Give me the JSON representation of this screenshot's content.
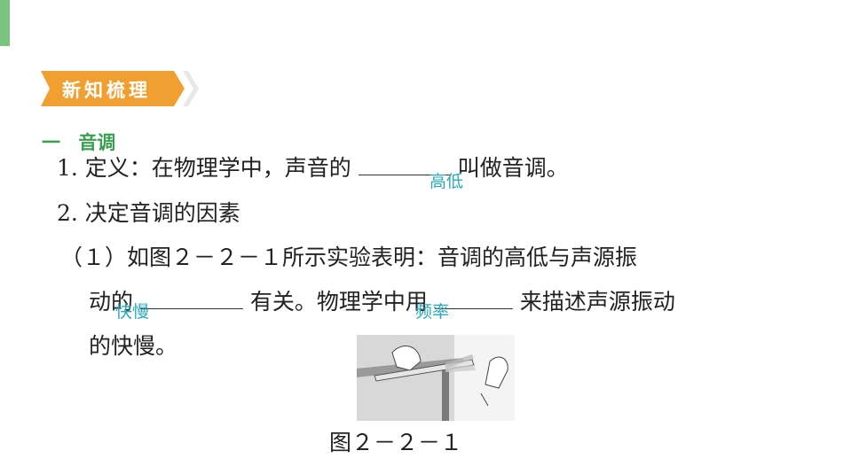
{
  "banner": {
    "label": "新知梳理"
  },
  "section": {
    "number": "一",
    "title": "音调"
  },
  "lines": {
    "l1_a": "1. 定义：在物理学中，声音的",
    "l1_b": "叫做音调。",
    "l2": "2. 决定音调的因素",
    "l3": "（１）如图２－２－１所示实验表明：音调的高低与声源振",
    "l4_a": "动的",
    "l4_b": "有关。物理学中用",
    "l4_c": "来描述声源振动",
    "l5": "的快慢。"
  },
  "answers": {
    "a1": "高低",
    "a2": "快慢",
    "a3": "频率"
  },
  "figure": {
    "caption": "图２－２－１"
  },
  "colors": {
    "accent_orange": "#f0a030",
    "accent_green": "#3aa050",
    "answer_teal": "#2aa8b8"
  }
}
